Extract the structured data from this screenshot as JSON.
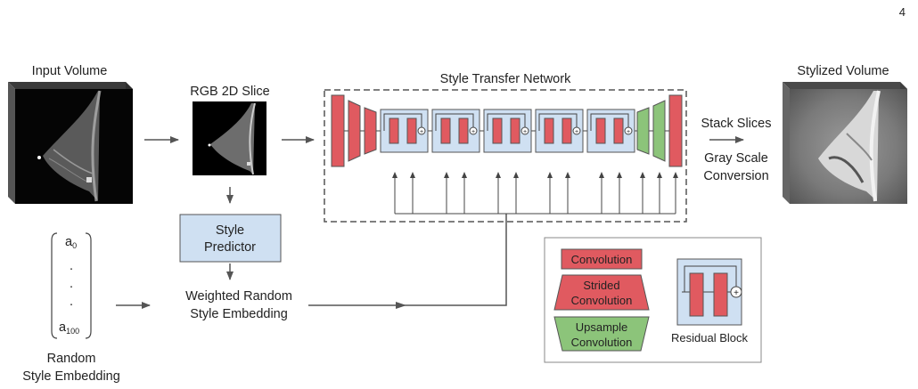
{
  "page_number": "4",
  "labels": {
    "input_volume": "Input Volume",
    "rgb_slice": "RGB 2D Slice",
    "style_transfer_network": "Style Transfer Network",
    "stylized_volume": "Stylized Volume",
    "stack_slices": "Stack Slices",
    "gray_scale_line1": "Gray Scale",
    "gray_scale_line2": "Conversion",
    "style_predictor_line1": "Style",
    "style_predictor_line2": "Predictor",
    "weighted_line1": "Weighted Random",
    "weighted_line2": "Style Embedding",
    "random_line1": "Random",
    "random_line2": "Style Embedding"
  },
  "vector": {
    "first_base": "a",
    "first_sub": "0",
    "dot": ".",
    "last_base": "a",
    "last_sub": "100"
  },
  "legend": {
    "convolution": "Convolution",
    "strided_line1": "Strided",
    "strided_line2": "Convolution",
    "upsample_line1": "Upsample",
    "upsample_line2": "Convolution",
    "residual_block": "Residual Block"
  },
  "colors": {
    "convolution": "#e05a60",
    "upsample": "#8cc47a",
    "residual_block": "#cfe0f2",
    "style_predictor": "#cfe0f2"
  }
}
